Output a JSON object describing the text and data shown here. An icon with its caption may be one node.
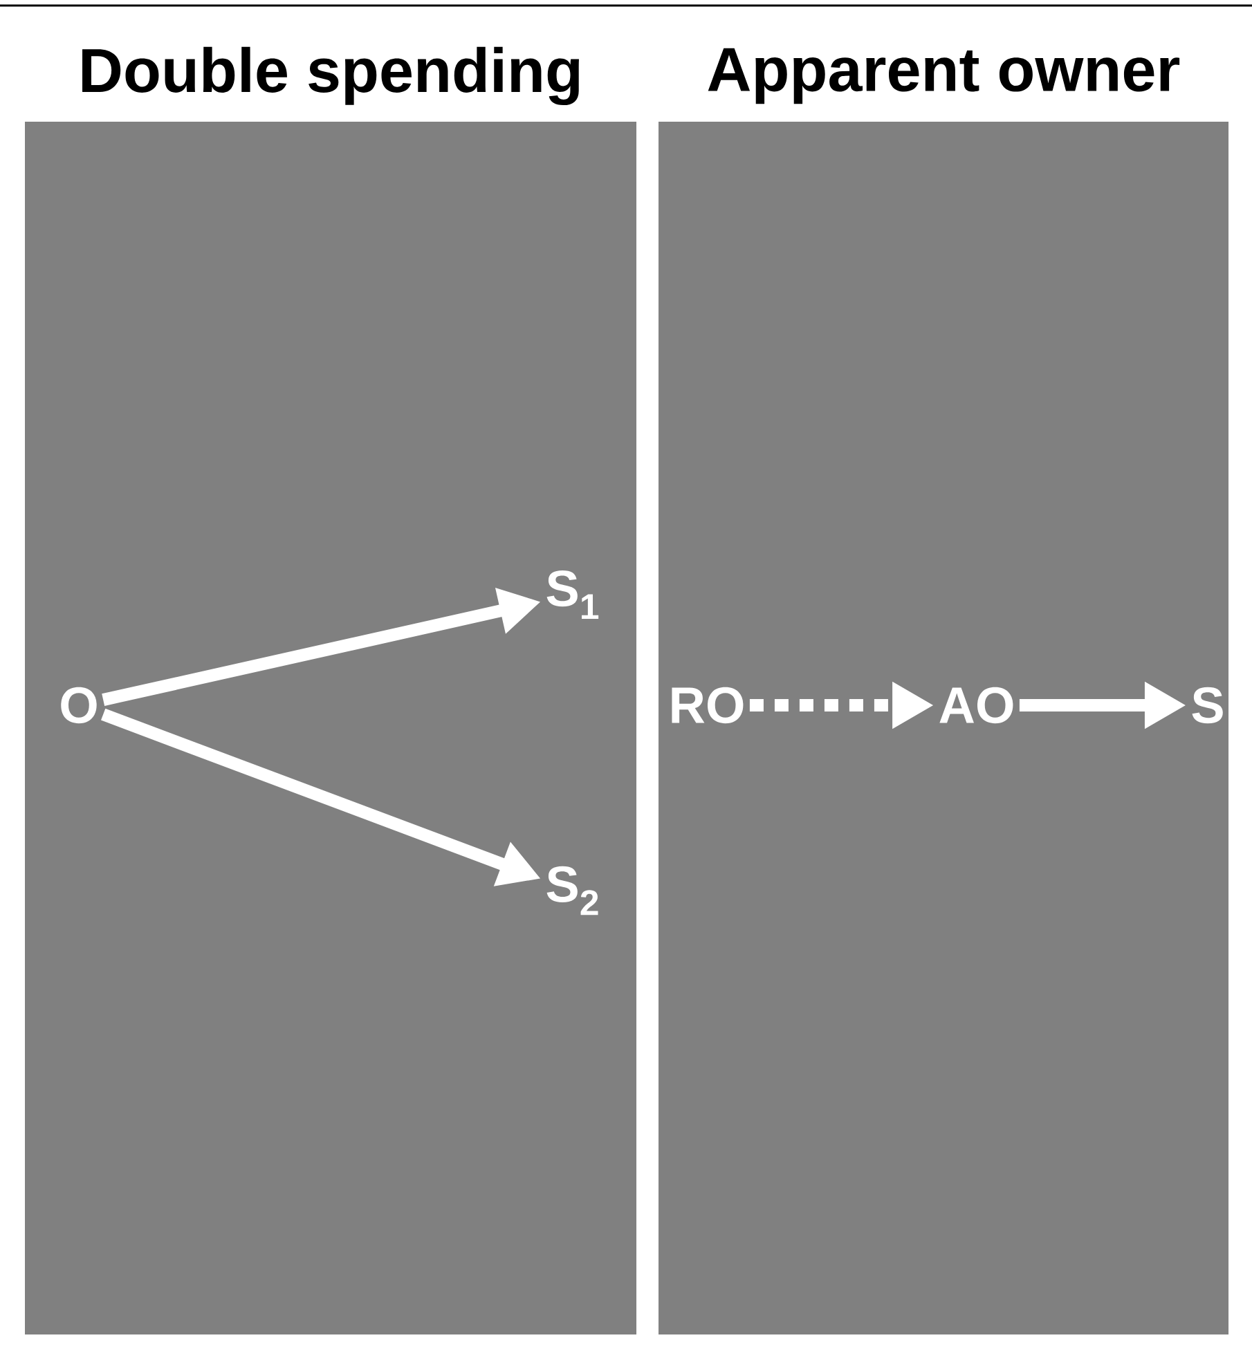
{
  "diagram": {
    "nodes": [
      {
        "text": [
          "Double spending"
        ]
      },
      {
        "text": [
          "Apparent owner"
        ]
      },
      {
        "text": [
          "O"
        ],
        "in": 0
      },
      {
        "text": [
          "S$_{1}$"
        ],
        "in": 0
      },
      {
        "text": [
          "S$_{2}$"
        ],
        "in": 0
      },
      {
        "text": [
          "RO"
        ],
        "in": 1
      },
      {
        "text": [
          "AO"
        ],
        "in": 1
      },
      {
        "text": [
          "S"
        ],
        "in": 1
      }
    ],
    "edges": [
      {
        "from": 2,
        "to": 3,
        "arrow": "to"
      },
      {
        "from": 2,
        "to": 4,
        "arrow": "to"
      },
      {
        "from": 5,
        "to": 6,
        "arrow": "to",
        "style": "dashed"
      },
      {
        "from": 6,
        "to": 7,
        "arrow": "to"
      }
    ]
  }
}
